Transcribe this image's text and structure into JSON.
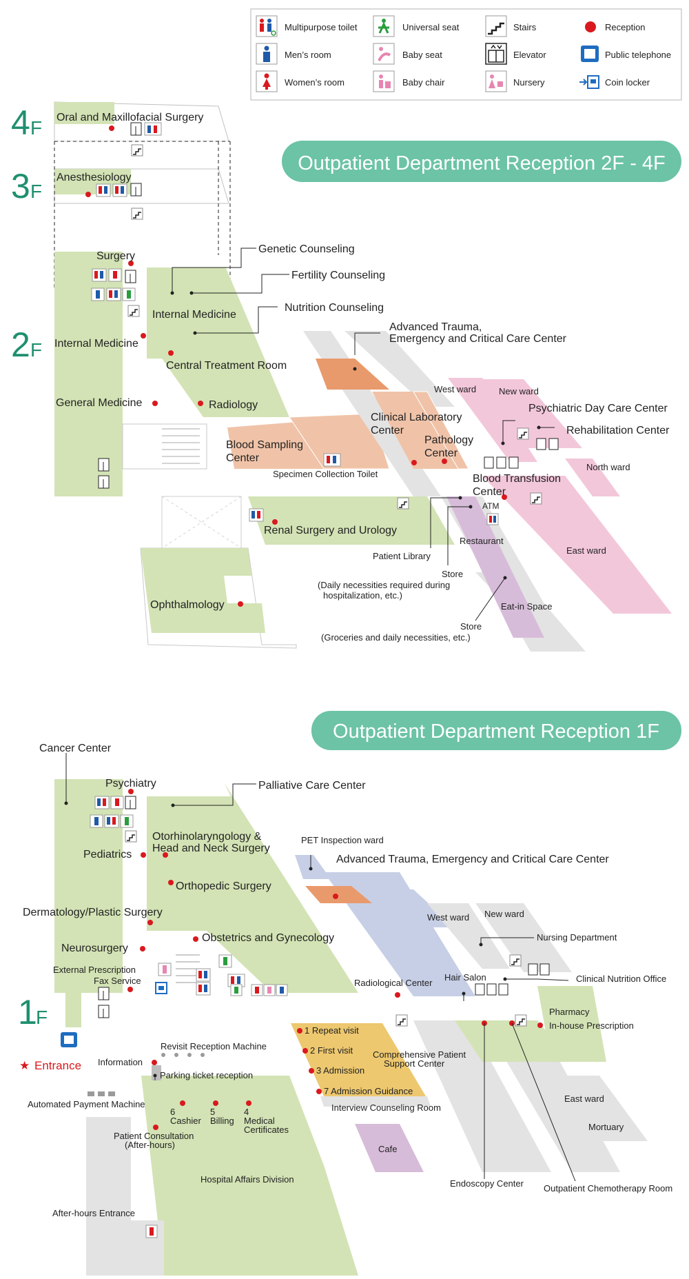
{
  "legend": {
    "items": [
      {
        "label": "Multipurpose toilet",
        "icon": "multipurpose-toilet-icon"
      },
      {
        "label": "Universal seat",
        "icon": "universal-seat-icon"
      },
      {
        "label": "Stairs",
        "icon": "stairs-icon"
      },
      {
        "label": "Reception",
        "icon": "reception-dot-icon"
      },
      {
        "label": "Men’s room",
        "icon": "mens-room-icon"
      },
      {
        "label": "Baby seat",
        "icon": "baby-seat-icon"
      },
      {
        "label": "Elevator",
        "icon": "elevator-icon"
      },
      {
        "label": "Public telephone",
        "icon": "public-telephone-icon"
      },
      {
        "label": "Women’s room",
        "icon": "womens-room-icon"
      },
      {
        "label": "Baby chair",
        "icon": "baby-chair-icon"
      },
      {
        "label": "Nursery",
        "icon": "nursery-icon"
      },
      {
        "label": "Coin locker",
        "icon": "coin-locker-icon"
      }
    ]
  },
  "colors": {
    "green": "#d3e3b5",
    "pink": "#f3c7da",
    "orange": "#e99a6c",
    "salmon": "#f0c3a8",
    "gray": "#e3e3e3",
    "blue": "#c7cfe6",
    "yellow": "#edc86f",
    "purple": "#d7bcd9",
    "reception": "#d9191e",
    "teal": "#6cc3a6",
    "floor_text": "#1f8f6f"
  },
  "upper": {
    "banner": "Outpatient Department Reception 2F - 4F",
    "floors": {
      "f4": "4",
      "f3": "3",
      "f2": "2",
      "unit": "F"
    },
    "labels": {
      "oral": "Oral and Maxillofacial Surgery",
      "anesthesiology": "Anesthesiology",
      "surgery": "Surgery",
      "genetic": "Genetic Counseling",
      "fertility": "Fertility Counseling",
      "nutrition": "Nutrition Counseling",
      "internal_medicine_right": "Internal Medicine",
      "internal_medicine_left": "Internal Medicine",
      "trauma_l1": "Advanced Trauma,",
      "trauma_l2": "Emergency and Critical Care Center",
      "central_treatment": "Central Treatment Room",
      "general_medicine": "General Medicine",
      "radiology": "Radiology",
      "west_ward": "West ward",
      "new_ward": "New ward",
      "psychiatric_day": "Psychiatric Day Care Center",
      "rehabilitation": "Rehabilitation Center",
      "clinical_lab_l1": "Clinical Laboratory",
      "clinical_lab_l2": "Center",
      "pathology_l1": "Pathology",
      "pathology_l2": "Center",
      "blood_sampling_l1": "Blood Sampling",
      "blood_sampling_l2": "Center",
      "specimen_toilet": "Specimen Collection Toilet",
      "north_ward": "North ward",
      "blood_transfusion_l1": "Blood Transfusion",
      "blood_transfusion_l2": "Center",
      "atm": "ATM",
      "renal": "Renal Surgery and Urology",
      "restaurant": "Restaurant",
      "patient_library": "Patient Library",
      "east_ward": "East ward",
      "store1": "Store",
      "store1_note_l1": "(Daily necessities required during",
      "store1_note_l2": "hospitalization, etc.)",
      "ophthalmology": "Ophthalmology",
      "eat_in": "Eat-in Space",
      "store2": "Store",
      "store2_note": "(Groceries and daily necessities, etc.)"
    }
  },
  "lower": {
    "banner": "Outpatient Department Reception 1F",
    "floors": {
      "f1": "1",
      "unit": "F"
    },
    "labels": {
      "cancer_center": "Cancer Center",
      "psychiatry": "Psychiatry",
      "palliative": "Palliative Care Center",
      "ent_l1": "Otorhinolaryngology &",
      "ent_l2": "Head and Neck Surgery",
      "pediatrics": "Pediatrics",
      "pet_inspection": "PET Inspection ward",
      "trauma": "Advanced Trauma, Emergency and Critical Care Center",
      "orthopedic": "Orthopedic Surgery",
      "dermatology": "Dermatology/Plastic Surgery",
      "west_ward": "West ward",
      "new_ward": "New ward",
      "obstetrics": "Obstetrics and Gynecology",
      "nursing_dept": "Nursing Department",
      "neurosurgery": "Neurosurgery",
      "ext_prescription_l1": "External Prescription",
      "ext_prescription_l2": "Fax Service",
      "hair_salon": "Hair Salon",
      "clinical_nutrition": "Clinical Nutrition Office",
      "radiological": "Radiological Center",
      "pharmacy": "Pharmacy",
      "in_house_prescription": "In-house Prescription",
      "revisit_machine": "Revisit Reception Machine",
      "information": "Information",
      "entrance": "Entrance",
      "parking_ticket": "Parking ticket reception",
      "repeat_visit": "1 Repeat visit",
      "first_visit": "2 First visit",
      "admission": "3 Admission",
      "comprehensive_l1": "Comprehensive Patient",
      "comprehensive_l2": "Support Center",
      "admission_guidance": "7 Admission Guidance",
      "interview_room": "Interview Counseling Room",
      "automated_payment": "Automated Payment Machine",
      "cashier_num": "6",
      "cashier": "Cashier",
      "billing_num": "5",
      "billing": "Billing",
      "medical_num": "4",
      "medical_l1": "Medical",
      "medical_l2": "Certificates",
      "east_ward": "East ward",
      "mortuary": "Mortuary",
      "consultation_l1": "Patient Consultation",
      "consultation_l2": "(After-hours)",
      "cafe": "Cafe",
      "hospital_affairs": "Hospital Affairs Division",
      "endoscopy": "Endoscopy Center",
      "chemotherapy": "Outpatient Chemotherapy Room",
      "after_hours_entrance": "After-hours Entrance"
    }
  }
}
